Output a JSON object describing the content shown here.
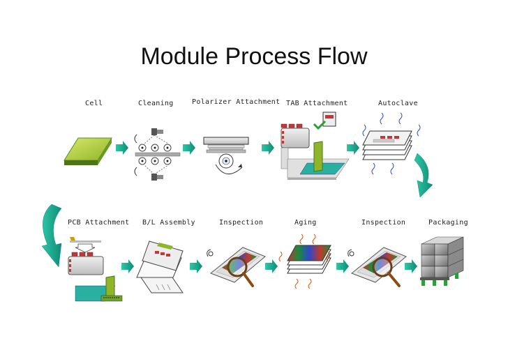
{
  "title": "Module Process Flow",
  "steps": [
    {
      "label": "Cell",
      "icon": "lcd-cell-icon"
    },
    {
      "label": "Cleaning",
      "icon": "cleaning-rollers-icon"
    },
    {
      "label": "Polarizer Attachment",
      "icon": "polarizer-roller-icon"
    },
    {
      "label": "TAB Attachment",
      "icon": "tab-bonding-icon"
    },
    {
      "label": "Autoclave",
      "icon": "autoclave-stack-icon"
    },
    {
      "label": "PCB Attachment",
      "icon": "pcb-bonding-icon"
    },
    {
      "label": "B/L Assembly",
      "icon": "backlight-assembly-icon"
    },
    {
      "label": "Inspection",
      "icon": "magnifier-inspection-icon"
    },
    {
      "label": "Aging",
      "icon": "aging-stack-icon"
    },
    {
      "label": "Inspection",
      "icon": "magnifier-inspection-icon"
    },
    {
      "label": "Packaging",
      "icon": "boxes-pallet-icon"
    }
  ],
  "colors": {
    "arrow": "#18a58a",
    "cell_top": "#b5d33a",
    "cell_side": "#5d8a1f",
    "fpc": "#2ab0a0",
    "pcb": "#6fa22a"
  }
}
